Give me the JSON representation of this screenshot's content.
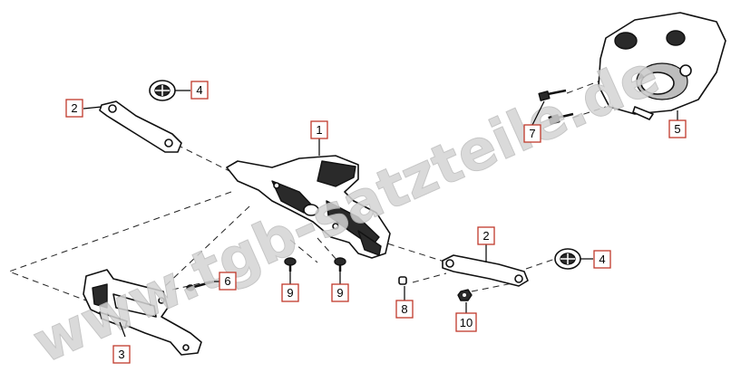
{
  "watermark": "www.tgb-satzteile.de",
  "colors": {
    "callout_border": "#c0392b",
    "line": "#000000",
    "watermark": "#d4d4d4"
  },
  "callouts": {
    "c1": "1",
    "c2a": "2",
    "c2b": "2",
    "c3": "3",
    "c4a": "4",
    "c4b": "4",
    "c5": "5",
    "c6": "6",
    "c7": "7",
    "c8": "8",
    "c9a": "9",
    "c9b": "9",
    "c10": "10"
  }
}
